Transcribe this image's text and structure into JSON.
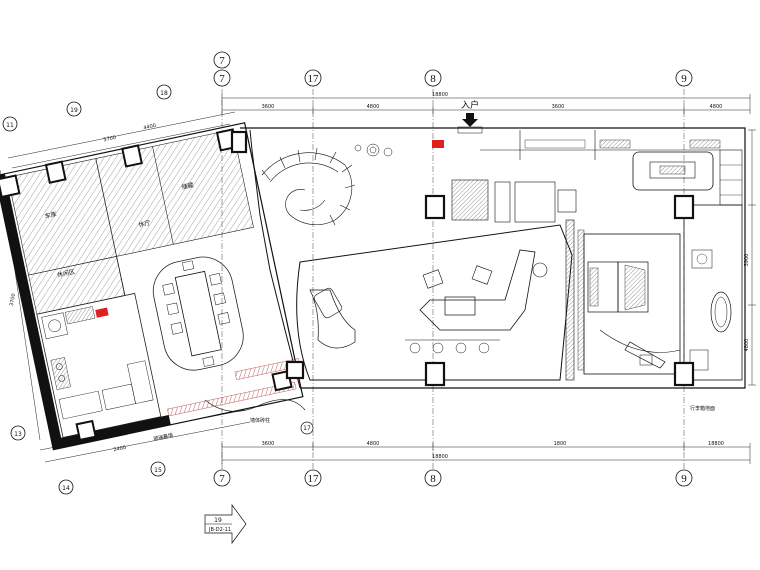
{
  "entrance_label": "入户",
  "grid_labels": {
    "c7": "7",
    "c17": "17",
    "c8": "8",
    "c9": "9",
    "r13": "13",
    "r14": "14",
    "r15": "15",
    "r19": "19",
    "r18": "18",
    "r11": "11"
  },
  "dims_top": [
    "3600",
    "4800",
    "18800",
    "3600",
    "4800"
  ],
  "dims_bottom": [
    "3600",
    "4800",
    "18800",
    "1800",
    "18800"
  ],
  "dims_left": [
    "5700",
    "4400",
    "2400",
    "3700"
  ],
  "dims_right": [
    "3900",
    "4800"
  ],
  "rooms": {
    "garage": "车库",
    "lounge": "休闲区",
    "storage": "储藏",
    "dining_area": "休厅"
  },
  "notes": {
    "wall_note": "墙体砖柱",
    "glass_wall": "玻璃幕墙",
    "right_note": "行李箱地面"
  },
  "section_tag": {
    "number": "19",
    "ref": "JB-D2-11"
  },
  "colors": {
    "line": "#111111",
    "hatch": "#555555",
    "accent": "#e02020",
    "brick": "#b04040"
  }
}
